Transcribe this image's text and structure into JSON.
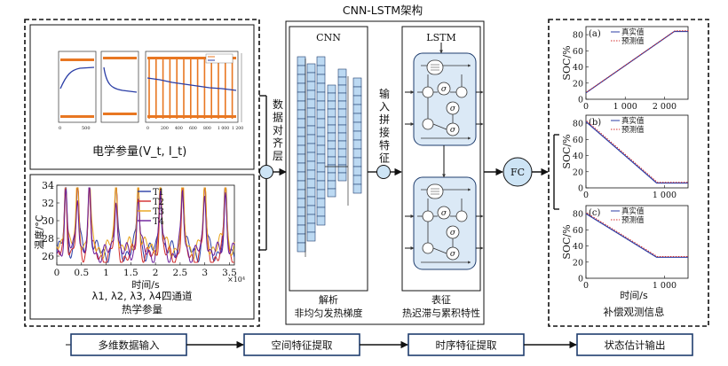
{
  "architecture": {
    "title": "CNN-LSTM架构"
  },
  "input_panel": {
    "electrical_caption": "电学参量(V_t, I_t)",
    "thermal_caption_1": "λ1, λ2, λ3, λ4四通道",
    "thermal_caption_2": "热学参量",
    "thermal_plot": {
      "ylabel": "温度/°C",
      "xlabel": "时间/s",
      "x_exponent": "×10⁴",
      "yticks": [
        "26",
        "28",
        "30",
        "32",
        "34"
      ],
      "xticks": [
        "0",
        "0.5",
        "1",
        "1.5",
        "2",
        "2.5",
        "3",
        "3.5"
      ],
      "legend": [
        "T1",
        "T2",
        "T3",
        "T4"
      ],
      "colors": [
        "#2b3ea6",
        "#d22b2b",
        "#e8a317",
        "#6a1b9a"
      ]
    },
    "mini_plots": {
      "plot1_xticks": [
        "0",
        "500"
      ],
      "plot3_xticks": [
        "0",
        "200",
        "400",
        "600",
        "800",
        "1 000",
        "1 200"
      ]
    }
  },
  "align_layer": {
    "label": "数据对齐层"
  },
  "cnn": {
    "title": "CNN",
    "caption_1": "解析",
    "caption_2": "非均匀发热梯度"
  },
  "concat": {
    "label": "输入拼接特征"
  },
  "lstm": {
    "title": "LSTM",
    "caption_1": "表征",
    "caption_2": "热迟滞与累积特性"
  },
  "fc": {
    "label": "FC"
  },
  "output_panel": {
    "caption": "补偿观测信息",
    "ylabel": "SOC/%",
    "xlabel": "时间/s",
    "legend_true": "真实值",
    "legend_pred": "预测值",
    "plots": [
      {
        "tag": "(a)",
        "yticks": [
          "0",
          "20",
          "40",
          "60",
          "80"
        ],
        "xticks": [
          "0",
          "1 000",
          "2 000"
        ]
      },
      {
        "tag": "(b)",
        "yticks": [
          "0",
          "20",
          "40",
          "60",
          "80"
        ],
        "xticks": [
          "0",
          "1 000"
        ]
      },
      {
        "tag": "(c)",
        "yticks": [
          "0",
          "20",
          "40",
          "60",
          "80"
        ],
        "xticks": [
          "0",
          "1 000"
        ]
      }
    ]
  },
  "pipeline": {
    "steps": [
      "多维数据输入",
      "空间特征提取",
      "时序特征提取",
      "状态估计输出"
    ]
  }
}
